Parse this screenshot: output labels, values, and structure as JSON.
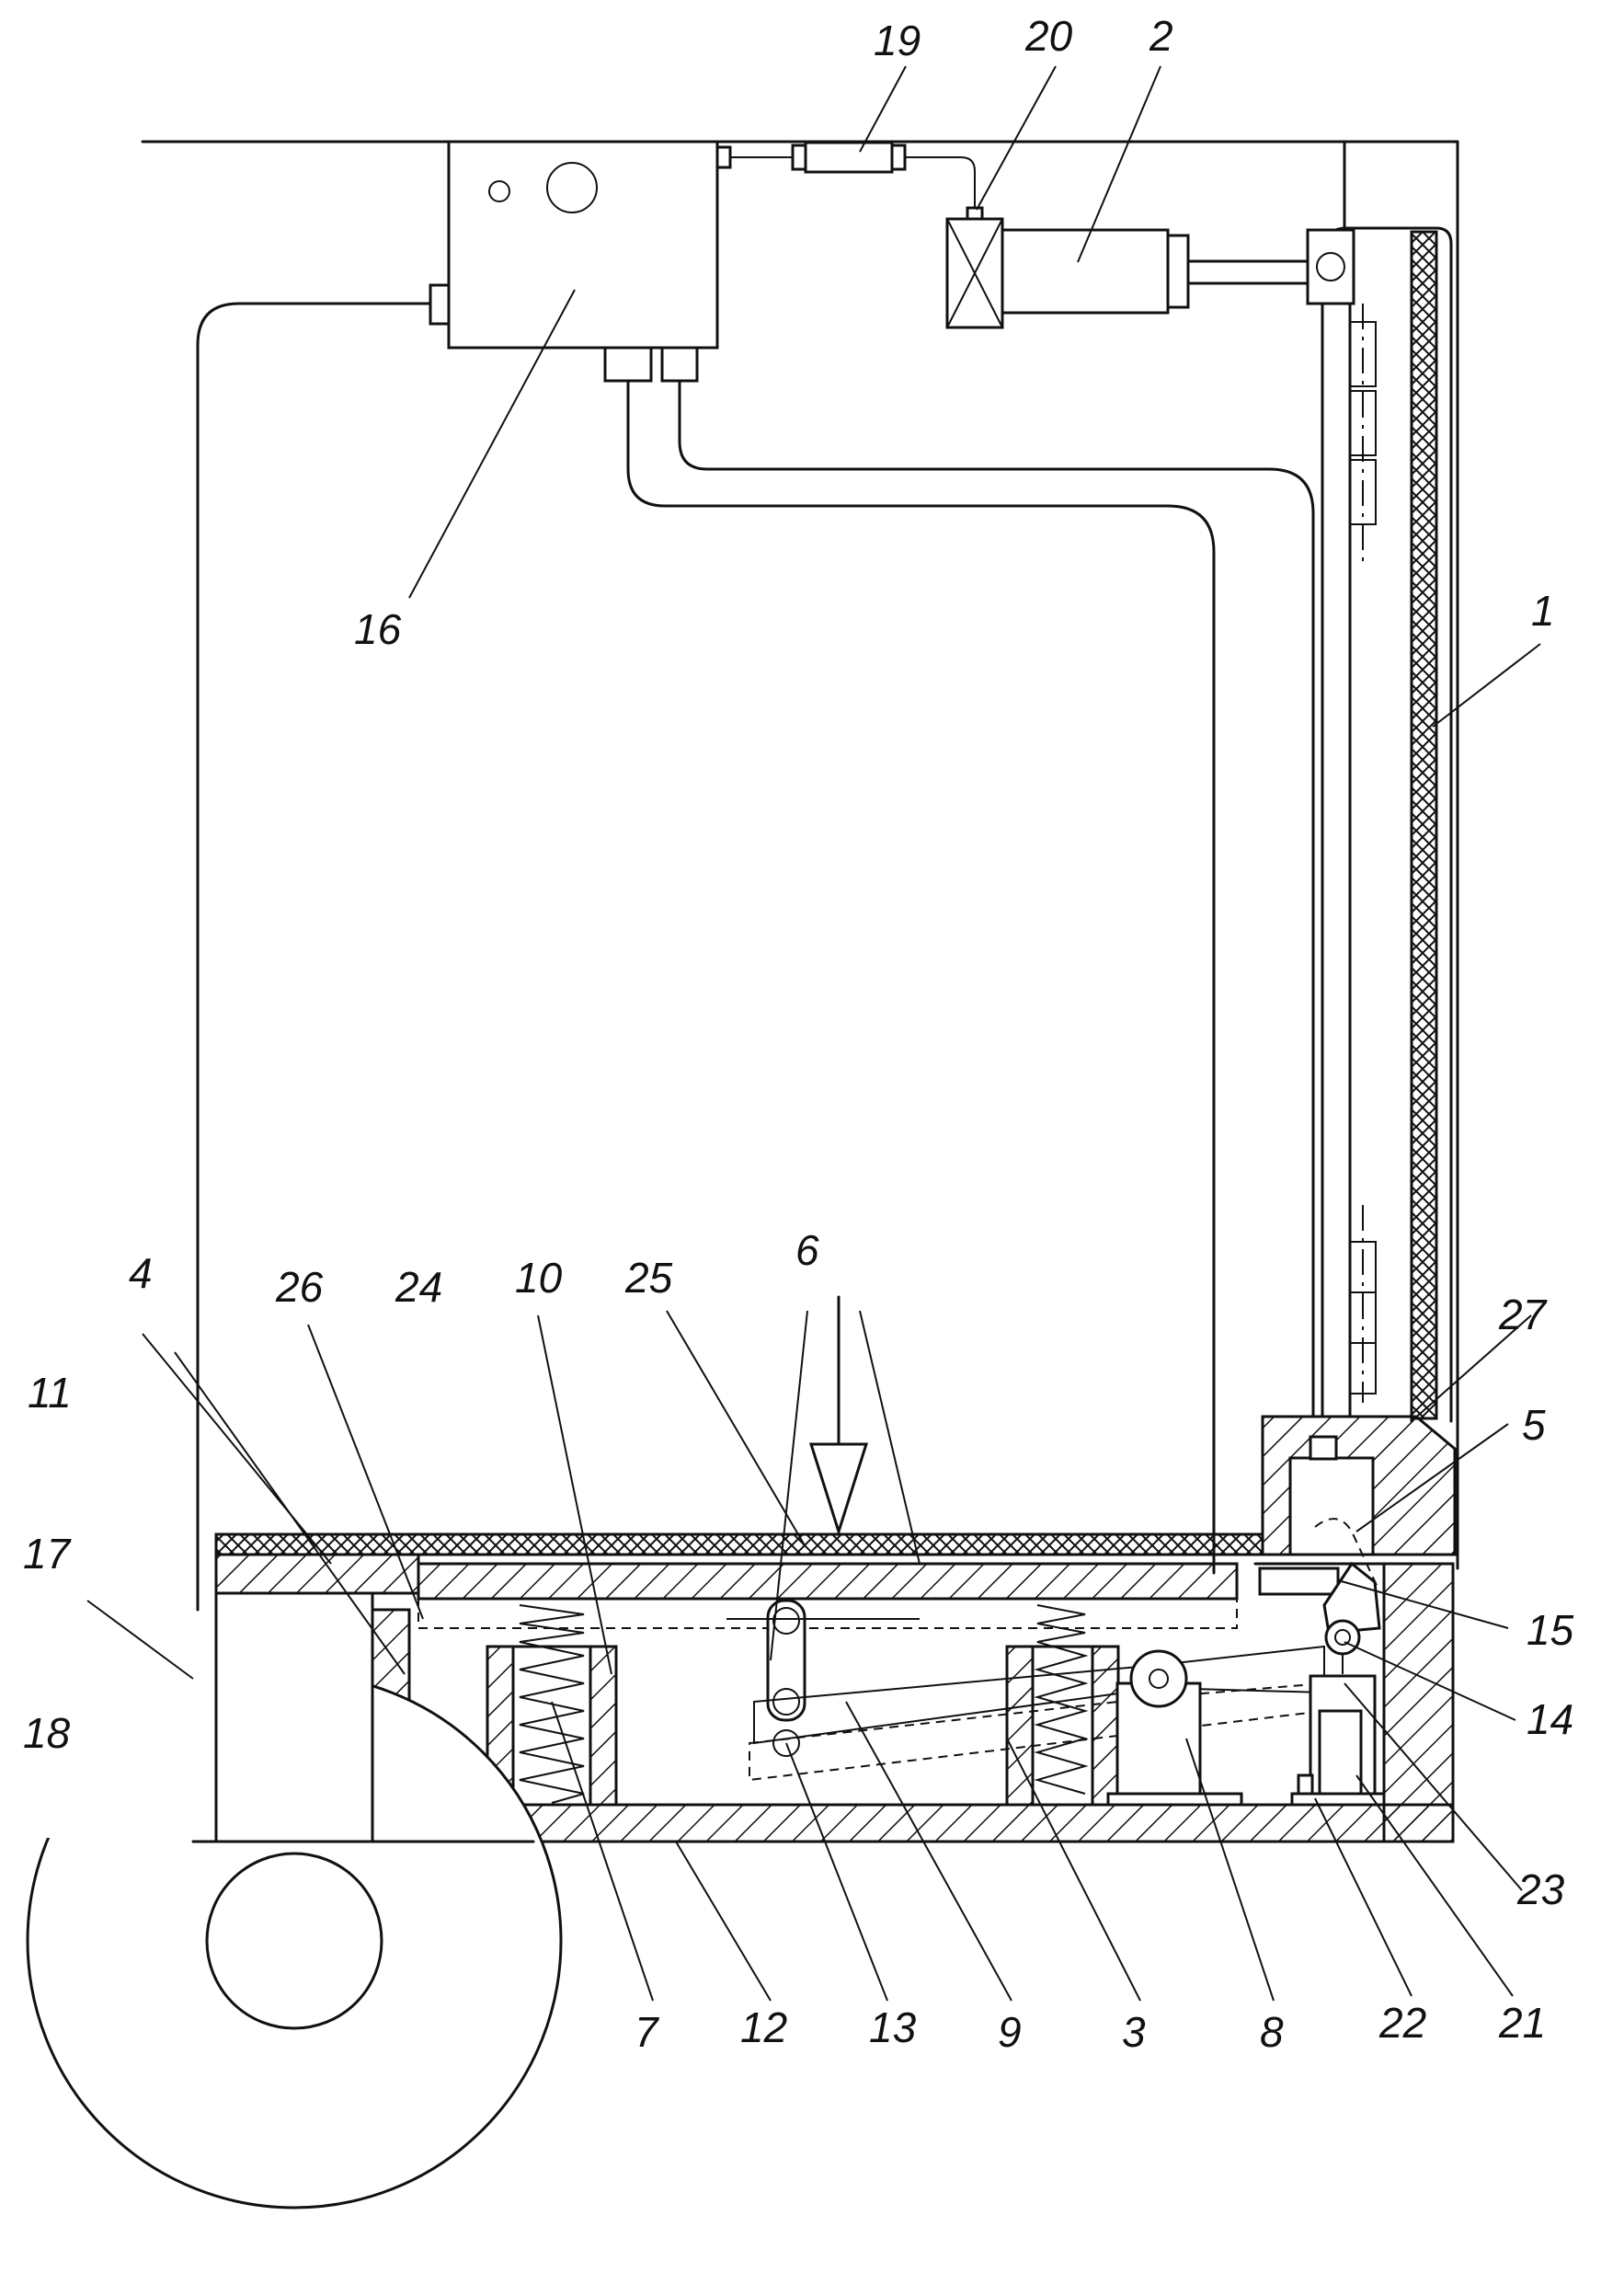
{
  "figure": {
    "callouts": [
      {
        "key": "c1",
        "label": "1"
      },
      {
        "key": "c2",
        "label": "2"
      },
      {
        "key": "c3",
        "label": "3"
      },
      {
        "key": "c4",
        "label": "4"
      },
      {
        "key": "c5",
        "label": "5"
      },
      {
        "key": "c6",
        "label": "6"
      },
      {
        "key": "c7",
        "label": "7"
      },
      {
        "key": "c8",
        "label": "8"
      },
      {
        "key": "c9",
        "label": "9"
      },
      {
        "key": "c10",
        "label": "10"
      },
      {
        "key": "c11",
        "label": "11"
      },
      {
        "key": "c12",
        "label": "12"
      },
      {
        "key": "c13",
        "label": "13"
      },
      {
        "key": "c14",
        "label": "14"
      },
      {
        "key": "c15",
        "label": "15"
      },
      {
        "key": "c16",
        "label": "16"
      },
      {
        "key": "c17",
        "label": "17"
      },
      {
        "key": "c18",
        "label": "18"
      },
      {
        "key": "c19",
        "label": "19"
      },
      {
        "key": "c20",
        "label": "20"
      },
      {
        "key": "c21",
        "label": "21"
      },
      {
        "key": "c22",
        "label": "22"
      },
      {
        "key": "c23",
        "label": "23"
      },
      {
        "key": "c24",
        "label": "24"
      },
      {
        "key": "c25",
        "label": "25"
      },
      {
        "key": "c26",
        "label": "26"
      },
      {
        "key": "c27",
        "label": "27"
      }
    ]
  }
}
